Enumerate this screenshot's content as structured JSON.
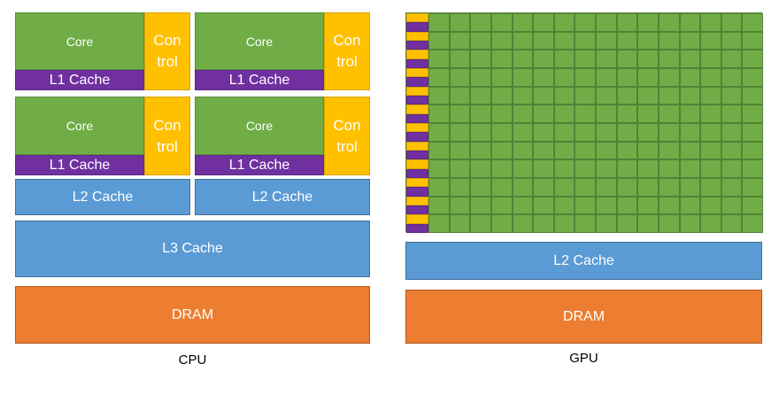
{
  "diagram": {
    "cpu": {
      "label": "CPU",
      "cores": [
        {
          "core": "Core",
          "control_line1": "Con",
          "control_line2": "trol",
          "l1": "L1 Cache"
        },
        {
          "core": "Core",
          "control_line1": "Con",
          "control_line2": "trol",
          "l1": "L1 Cache"
        },
        {
          "core": "Core",
          "control_line1": "Con",
          "control_line2": "trol",
          "l1": "L1 Cache"
        },
        {
          "core": "Core",
          "control_line1": "Con",
          "control_line2": "trol",
          "l1": "L1 Cache"
        }
      ],
      "l2": [
        "L2 Cache",
        "L2 Cache"
      ],
      "l3": "L3 Cache",
      "dram": "DRAM"
    },
    "gpu": {
      "label": "GPU",
      "grid": {
        "rows": 12,
        "columns": 16
      },
      "l2": "L2 Cache",
      "dram": "DRAM"
    },
    "colors": {
      "core": "#70ad47",
      "l1_cache": "#7030a0",
      "control": "#ffc000",
      "cache": "#5b9bd5",
      "dram": "#ed7d31"
    }
  }
}
